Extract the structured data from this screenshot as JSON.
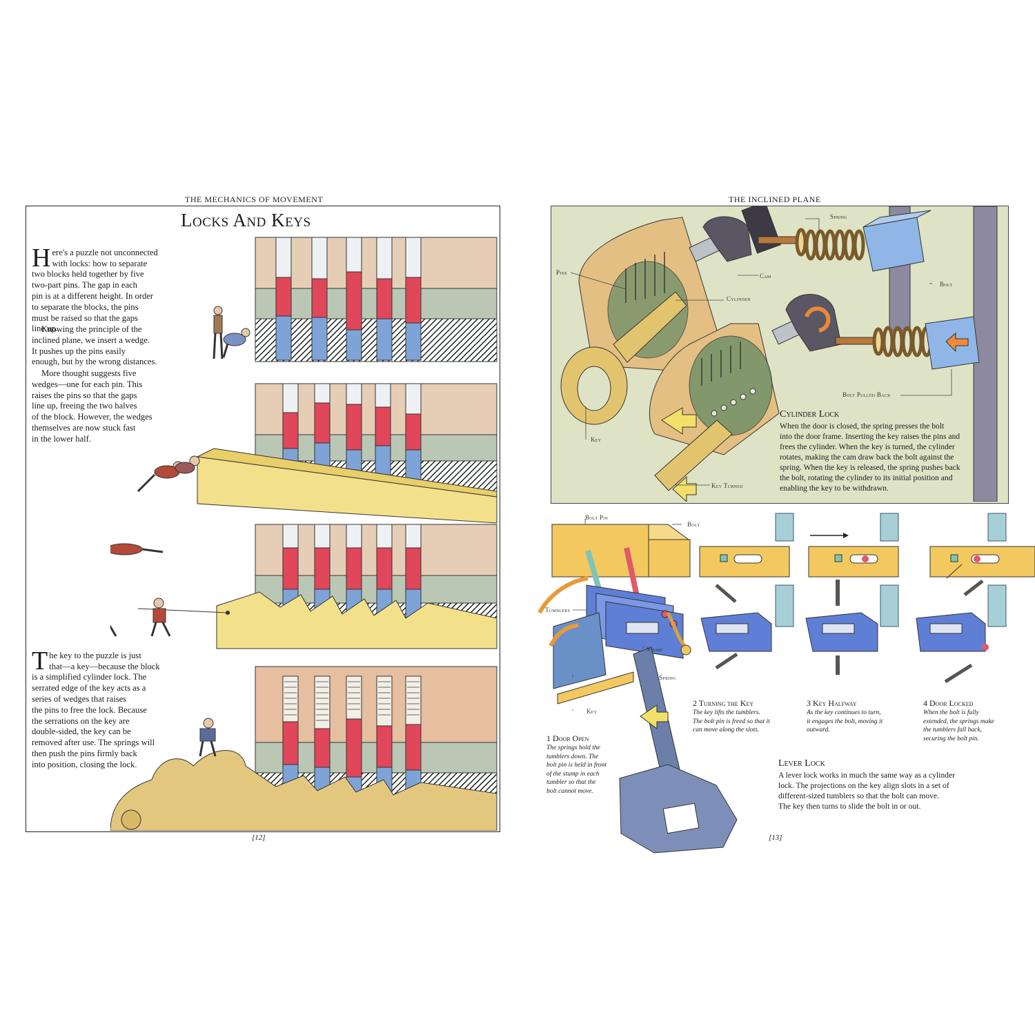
{
  "left_page": {
    "running_head": "THE MECHANICS OF MOVEMENT",
    "title": "Locks And Keys",
    "para1_drop": "H",
    "para1": "ere's a puzzle not unconnected\nwith locks: how to separate\ntwo blocks held together by five\ntwo-part pins. The gap in each\npin is at a different height. In order\nto separate the blocks, the pins\nmust be raised so that the gaps\nline up.",
    "para2": "Knowing the principle of the\ninclined plane, we insert a wedge.\nIt pushes up the pins easily\nenough, but by the wrong distances.",
    "para3": "More thought suggests five\nwedges—one for each pin. This\nraises the pins so that the gaps\nline up, freeing the two halves\nof the block. However, the wedges\nthemselves are now stuck fast\nin the lower half.",
    "para4_drop": "T",
    "para4": "he key to the puzzle is just\nthat—a key—because the block\nis a simplified cylinder lock. The\nserrated edge of the key acts as a\nseries of wedges that raises\nthe pins to free the lock. Because\nthe serrations on the key are\ndouble-sided, the key can be\nremoved after use. The springs will\nthen push the pins firmly back\ninto position, closing the lock.",
    "folio": "[12]"
  },
  "right_page": {
    "running_head": "THE INCLINED PLANE",
    "cylinder_labels": {
      "spring": "Spring",
      "pins": "Pins",
      "cam": "Cam",
      "bolt": "Bolt",
      "cylinder": "Cylinder",
      "bolt_pulled_back": "Bolt Pulled Back",
      "key": "Key",
      "key_turned": "Key Turned"
    },
    "cylinder_lock": {
      "heading": "Cylinder Lock",
      "text": "When the door is closed, the spring presses the bolt\ninto the door frame. Inserting the key raises the pins and\nfrees the cylinder. When the key is turned, the cylinder\nrotates, making the cam draw back the bolt against the\nspring. When the key is released, the spring pushes back\nthe bolt, rotating the cylinder to its initial position and\nenabling the key to be withdrawn."
    },
    "lever_labels": {
      "bolt_pin": "Bolt Pin",
      "bolt": "Bolt",
      "tumblers": "Tumblers",
      "stump": "Stump",
      "spring": "Spring",
      "key": "Key"
    },
    "steps": [
      {
        "heading": "1 Door Open",
        "text": "The springs hold the\ntumblers down. The\nbolt pin is held in front\nof the stump in each\ntumbler so that the\nbolt cannot move."
      },
      {
        "heading": "2 Turning the Key",
        "text": "The key lifts the tumblers.\nThe bolt pin is freed so that it\ncan move along the slots."
      },
      {
        "heading": "3 Key Halfway",
        "text": "As the key continues to turn,\nit engages the bolt, moving it\noutward."
      },
      {
        "heading": "4 Door Locked",
        "text": "When the bolt is fully\nextended, the springs make\nthe tumblers fall back,\nsecuring the bolt pin."
      }
    ],
    "lever_lock": {
      "heading": "Lever Lock",
      "text": "A lever lock works in much the same way as a cylinder\nlock. The projections on the key align slots in a set of\ndifferent-sized tumblers so that the bolt can move.\nThe key then turns to slide the bolt in or out."
    },
    "folio": "[13]"
  },
  "colors": {
    "pin_red": "#e0475a",
    "pin_blue": "#7ea3d6",
    "block_tan": "#e6cdb5",
    "block_grey": "#b9c7b4",
    "block_dark": "#2e3a33",
    "wedge_yellow": "#f3e08a",
    "panel_bg": "#dfe3c6",
    "lever_blue": "#5f7fd6",
    "brass": "#e6c46a"
  }
}
